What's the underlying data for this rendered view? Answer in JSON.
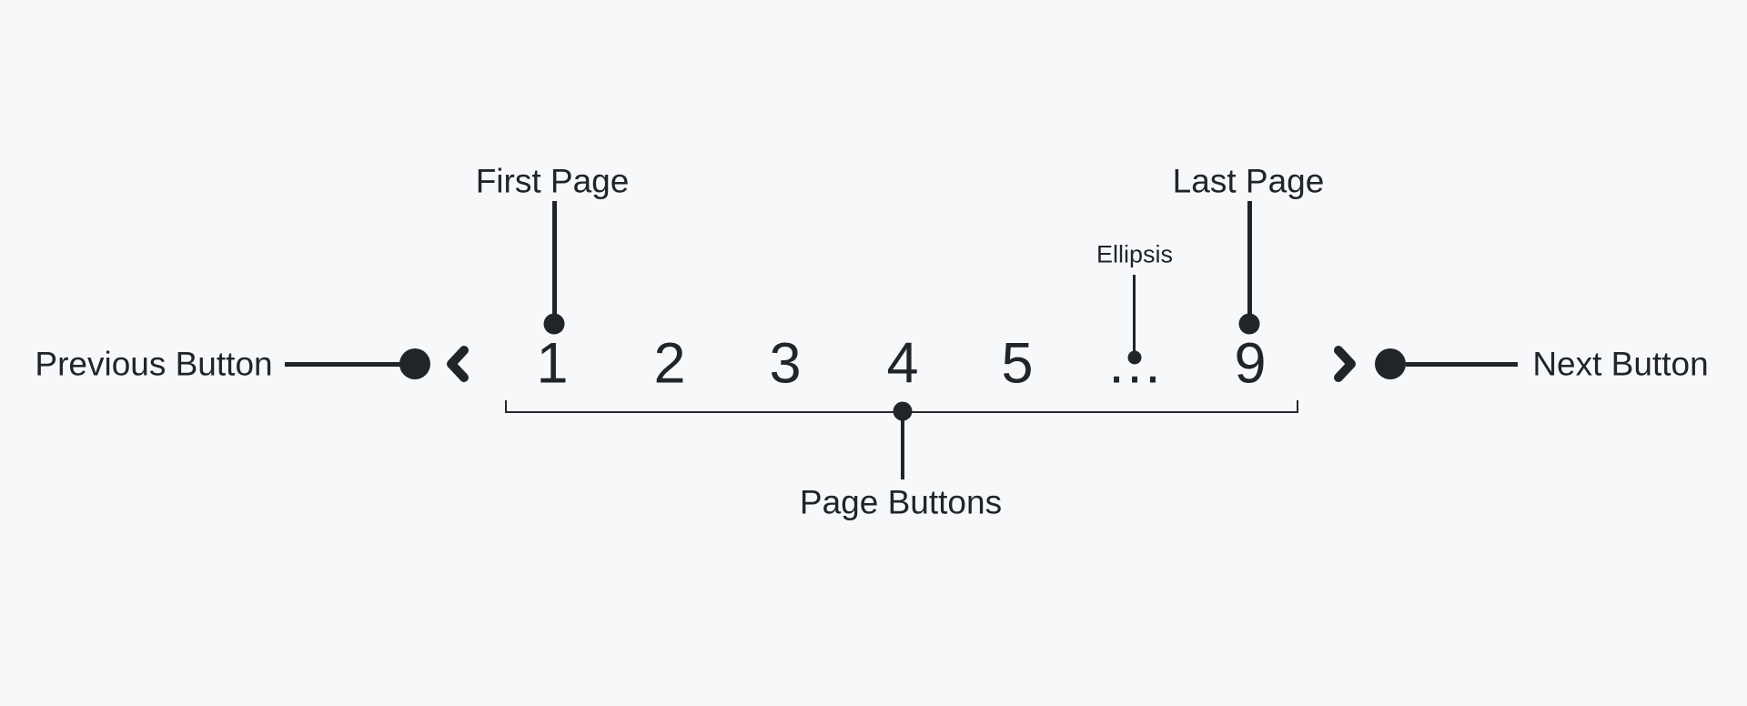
{
  "colors": {
    "background": "#f7f8fa",
    "ink": "#212529"
  },
  "pagination": {
    "pages": [
      "1",
      "2",
      "3",
      "4",
      "5",
      "…",
      "9"
    ],
    "icons": {
      "previous": "chevron-left",
      "next": "chevron-right"
    }
  },
  "annotations": {
    "previous_button": "Previous Button",
    "next_button": "Next Button",
    "first_page": "First Page",
    "last_page": "Last Page",
    "ellipsis": "Ellipsis",
    "page_buttons": "Page Buttons"
  }
}
